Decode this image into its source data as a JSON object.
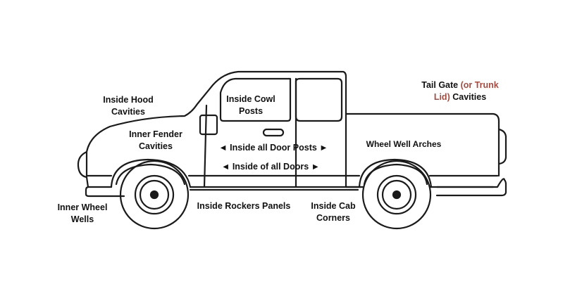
{
  "labels": {
    "inside_hood": [
      "Inside Hood",
      "Cavities"
    ],
    "inside_cowl": [
      "Inside Cowl",
      "Posts"
    ],
    "inner_fender": [
      "Inner Fender",
      "Cavities"
    ],
    "door_posts": "◄ Inside all Door Posts ►",
    "doors": "◄ Inside of all Doors ►",
    "wheel_well_arches": "Wheel Well Arches",
    "inner_wheel_wells": [
      "Inner Wheel",
      "Wells"
    ],
    "rockers": "Inside Rockers Panels",
    "cab_corners": [
      "Inside Cab",
      "Corners"
    ],
    "tail_gate": {
      "line1_a": "Tail Gate ",
      "line1_b": "(or Trunk",
      "line2_a": "Lid)",
      "line2_b": " Cavities"
    }
  },
  "colors": {
    "outline": "#1a1a1a",
    "label": "#111111",
    "highlight": "#a84a3e"
  }
}
